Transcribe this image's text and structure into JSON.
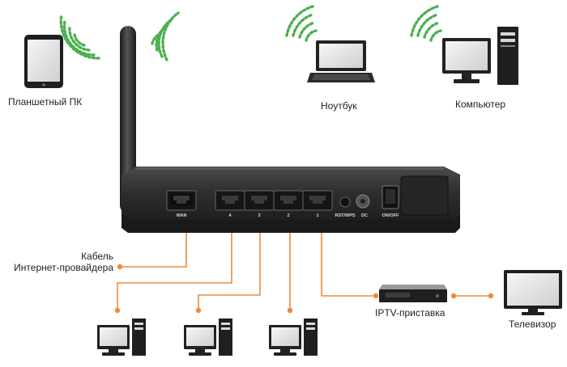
{
  "devices": {
    "tablet": {
      "label": "Планшетный ПК",
      "icon": "tablet-icon"
    },
    "laptop": {
      "label": "Ноутбук",
      "icon": "laptop-icon"
    },
    "computer": {
      "label": "Компьютер",
      "icon": "desktop-computer-icon"
    },
    "iptv": {
      "label": "IPTV-приставка",
      "icon": "set-top-box-icon"
    },
    "tv": {
      "label": "Телевизор",
      "icon": "tv-icon"
    },
    "isp_cable": {
      "label_line1": "Кабель",
      "label_line2": "Интернет-провайдера"
    }
  },
  "router": {
    "ports": {
      "wan": "WAN",
      "lan4": "4",
      "lan3": "3",
      "lan2": "2",
      "lan1": "1",
      "rst_wps": "RST/WPS",
      "dc": "DC",
      "on_off": "ON/OFF"
    }
  },
  "colors": {
    "wifi_signal": "#4caf50",
    "cable": "#f08a3c",
    "router_body": "#2e2e2e",
    "device_outline": "#2a2a2a"
  }
}
